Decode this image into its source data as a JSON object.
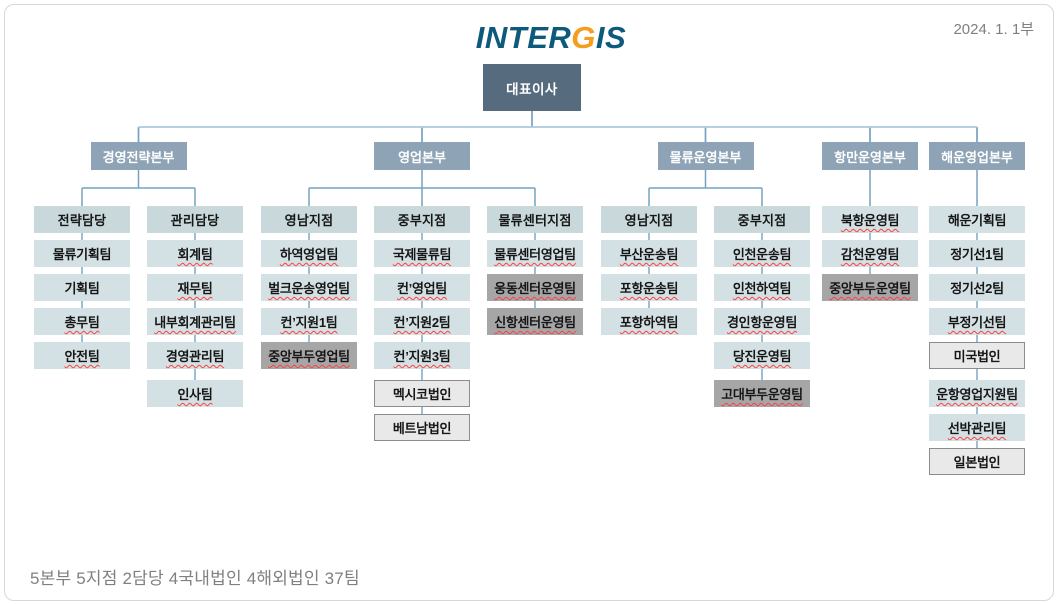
{
  "header": {
    "logo": {
      "part1": "INTER",
      "part2": "G",
      "part3": "IS"
    },
    "date_label": "2024. 1. 1부"
  },
  "footer": {
    "summary": "5본부 5지점 2담당 4국내법인 4해외법인 37팀"
  },
  "colors": {
    "ceo_bg": "#566b7e",
    "division_bg": "#8ea4b6",
    "head_bg": "#c9d9db",
    "team_bg": "#d4e1e4",
    "gray_bg": "#a6a6a6",
    "corp_bg": "#e9e9e9",
    "corp_border": "#8c8c8c",
    "connector": "#74a3c1",
    "connector_light": "#aec8dc",
    "squiggle": "#ff4040",
    "muted_text": "#808080",
    "logo_blue": "#0e5a7d",
    "logo_orange": "#f59d1e"
  },
  "ceo": {
    "label": "대표이사"
  },
  "divisions": [
    {
      "label": "경영전략본부",
      "columns": [
        {
          "head": "전략담당",
          "items": [
            {
              "label": "물류기획팀"
            },
            {
              "label": "기획팀"
            },
            {
              "label": "총무팀",
              "squiggle": true
            },
            {
              "label": "안전팀",
              "squiggle": true
            }
          ]
        },
        {
          "head": "관리담당",
          "items": [
            {
              "label": "회계팀",
              "squiggle": true
            },
            {
              "label": "재무팀",
              "squiggle": true
            },
            {
              "label": "내부회계관리팀",
              "squiggle": true
            },
            {
              "label": "경영관리팀",
              "squiggle": true
            },
            {
              "label": "인사팀",
              "squiggle": true
            }
          ]
        }
      ]
    },
    {
      "label": "영업본부",
      "columns": [
        {
          "head": "영남지점",
          "items": [
            {
              "label": "하역영업팀",
              "squiggle": true
            },
            {
              "label": "벌크운송영업팀",
              "squiggle": true
            },
            {
              "label": "컨’지원1팀",
              "squiggle": true
            },
            {
              "label": "중앙부두영업팀",
              "squiggle": true,
              "style": "gray"
            }
          ]
        },
        {
          "head": "중부지점",
          "items": [
            {
              "label": "국제물류팀",
              "squiggle": true
            },
            {
              "label": "컨’영업팀",
              "squiggle": true
            },
            {
              "label": "컨’지원2팀",
              "squiggle": true
            },
            {
              "label": "컨’지원3팀",
              "squiggle": true
            },
            {
              "label": "멕시코법인",
              "style": "corp"
            },
            {
              "label": "베트남법인",
              "style": "corp"
            }
          ]
        },
        {
          "head": "물류센터지점",
          "items": [
            {
              "label": "물류센터영업팀",
              "squiggle": true
            },
            {
              "label": "웅동센터운영팀",
              "squiggle": true,
              "style": "gray"
            },
            {
              "label": "신항센터운영팀",
              "squiggle": true,
              "style": "gray"
            }
          ]
        }
      ]
    },
    {
      "label": "물류운영본부",
      "columns": [
        {
          "head": "영남지점",
          "items": [
            {
              "label": "부산운송팀",
              "squiggle": true
            },
            {
              "label": "포항운송팀",
              "squiggle": true
            },
            {
              "label": "포항하역팀",
              "squiggle": true
            }
          ]
        },
        {
          "head": "중부지점",
          "items": [
            {
              "label": "인천운송팀",
              "squiggle": true
            },
            {
              "label": "인천하역팀",
              "squiggle": true
            },
            {
              "label": "경인항운영팀",
              "squiggle": true
            },
            {
              "label": "당진운영팀",
              "squiggle": true
            },
            {
              "label": "고대부두운영팀",
              "squiggle": true,
              "style": "gray"
            }
          ]
        }
      ]
    },
    {
      "label": "항만운영본부",
      "columns": [
        {
          "head": null,
          "items": [
            {
              "label": "북항운영팀",
              "squiggle": true
            },
            {
              "label": "감천운영팀",
              "squiggle": true
            },
            {
              "label": "중앙부두운영팀",
              "squiggle": true,
              "style": "gray"
            }
          ]
        }
      ]
    },
    {
      "label": "해운영업본부",
      "columns": [
        {
          "head": null,
          "items": [
            {
              "label": "해운기획팀"
            },
            {
              "label": "정기선1팀"
            },
            {
              "label": "정기선2팀"
            },
            {
              "label": "부정기선팀",
              "squiggle": true
            },
            {
              "label": "미국법인",
              "style": "corp"
            },
            {
              "label": "운항영업지원팀",
              "squiggle": true
            },
            {
              "label": "선박관리팀",
              "squiggle": true
            },
            {
              "label": "일본법인",
              "style": "corp"
            }
          ]
        }
      ]
    }
  ]
}
